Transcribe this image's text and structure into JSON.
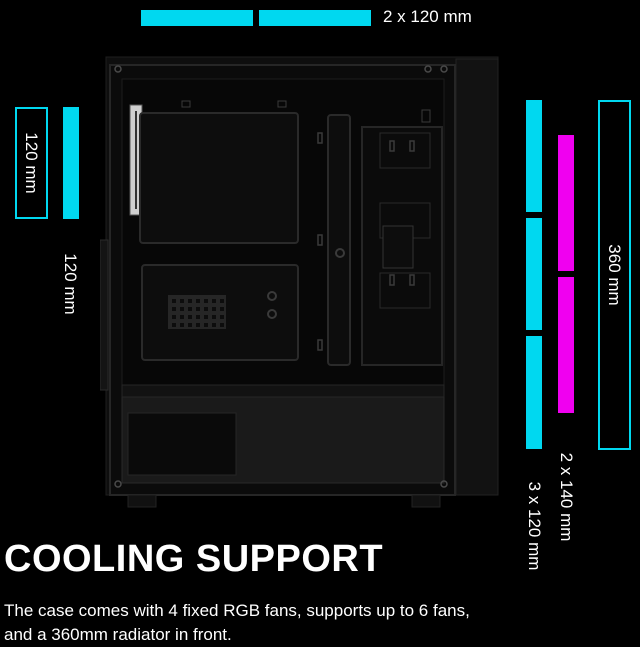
{
  "labels": {
    "top_fans": "2 x 120 mm",
    "rear_outline": "120 mm",
    "rear_fan": "120 mm",
    "front_fans_120": "3 x 120 mm",
    "front_fans_140": "2 x 140 mm",
    "front_radiator": "360 mm"
  },
  "heading": "COOLING SUPPORT",
  "description_lines": [
    "The case comes with 4 fixed RGB fans, supports up to 6 fans,",
    "and a 360mm radiator in front."
  ],
  "colors": {
    "cyan": "#00d8f0",
    "magenta": "#f000f0",
    "case": "#101010",
    "background": "#000000"
  }
}
